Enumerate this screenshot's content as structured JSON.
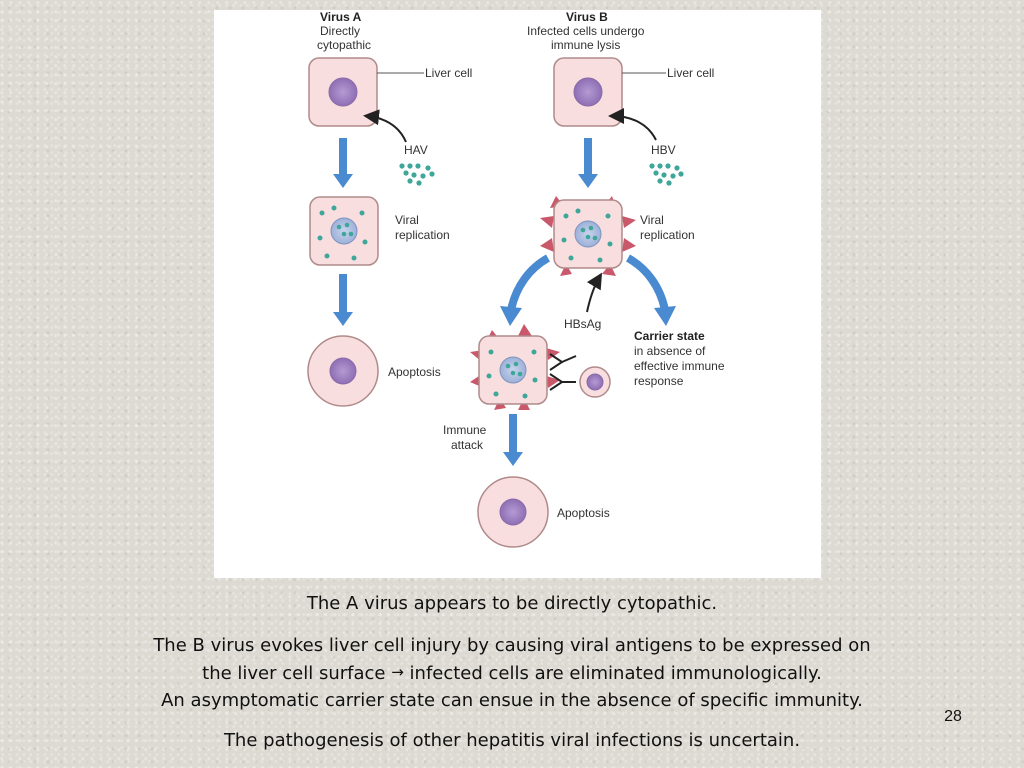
{
  "diagram": {
    "virus_a": {
      "title": "Virus A",
      "desc_line1": "Directly",
      "desc_line2": "cytopathic"
    },
    "virus_b": {
      "title": "Virus B",
      "desc_line1": "Infected cells undergo",
      "desc_line2": "immune lysis"
    },
    "liver_cell": "Liver cell",
    "hav": "HAV",
    "hbv": "HBV",
    "viral_replication_line1": "Viral",
    "viral_replication_line2": "replication",
    "apoptosis": "Apoptosis",
    "hbsag": "HBsAg",
    "carrier_state_title": "Carrier state",
    "carrier_state_line1": "in absence of",
    "carrier_state_line2": "effective immune",
    "carrier_state_line3": "response",
    "immune_attack_line1": "Immune",
    "immune_attack_line2": "attack",
    "colors": {
      "cell_fill": "#f8dede",
      "cell_stroke": "#b08a8a",
      "nucleus": "#a98ac6",
      "virion": "#3fa69a",
      "flow_arrow": "#4a8ad0",
      "antigen": "#c9586a"
    }
  },
  "captions": {
    "line1": "The A virus appears to be directly cytopathic.",
    "line2": "The B virus evokes liver cell injury by causing viral antigens to be expressed on",
    "line3a": "the liver cell surface",
    "line3_arrow": "→",
    "line3b": "infected cells are eliminated immunologically.",
    "line4": "An asymptomatic carrier state can ensue in the absence of specific immunity.",
    "line5": "The pathogenesis of other hepatitis viral infections is uncertain."
  },
  "page_number": "28"
}
